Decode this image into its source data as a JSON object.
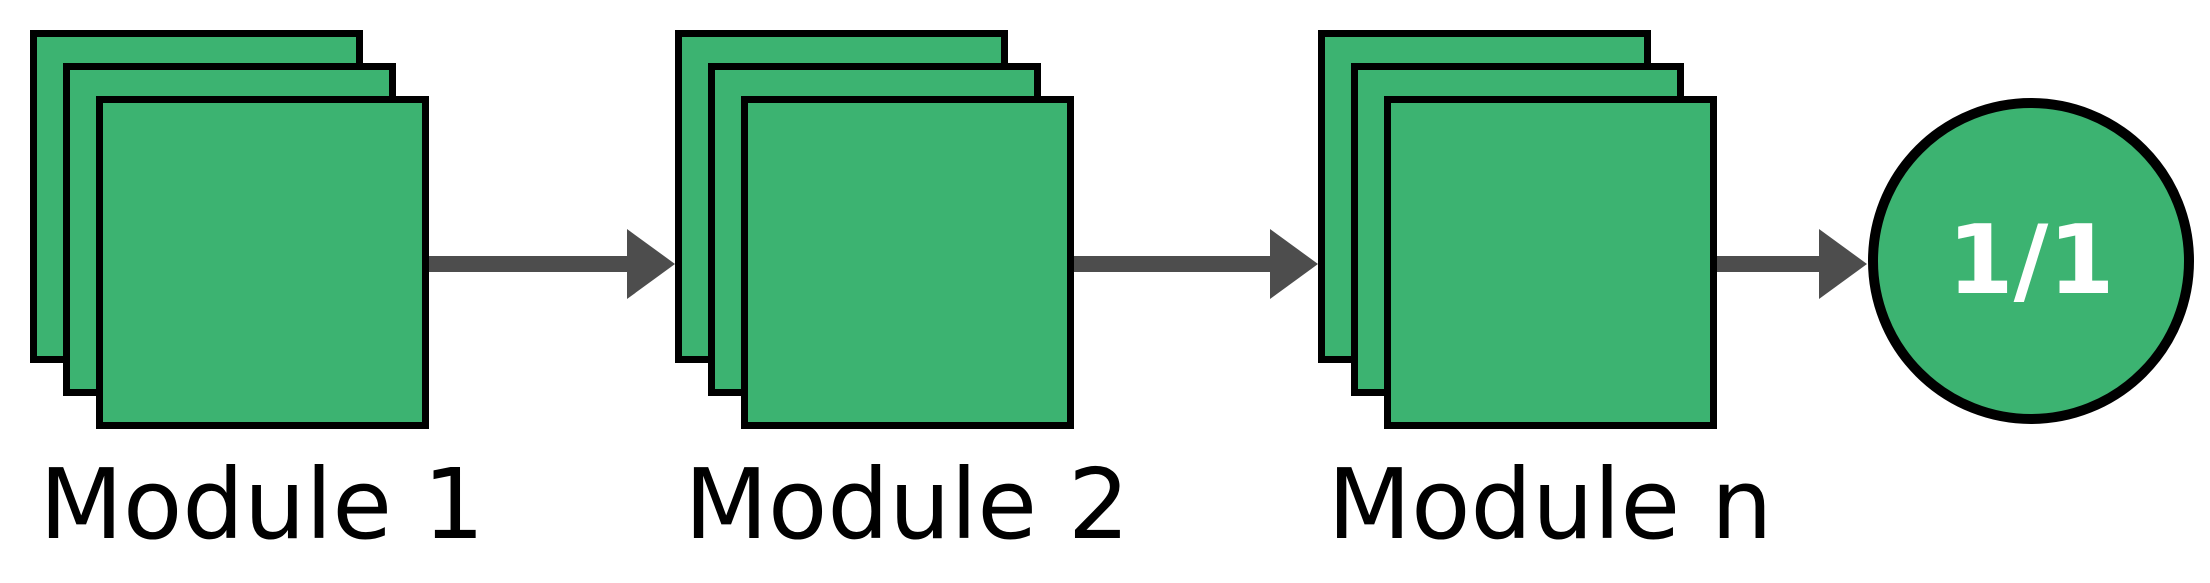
{
  "diagram": {
    "modules": [
      {
        "label": "Module 1"
      },
      {
        "label": "Module 2"
      },
      {
        "label": "Module n"
      }
    ],
    "terminal": {
      "label": "1/1"
    }
  },
  "colors": {
    "node_fill": "#3cb371",
    "node_border": "#000000",
    "arrow": "#4d4d4d",
    "terminal_text": "#ffffff",
    "label_text": "#000000",
    "background": "#ffffff"
  }
}
